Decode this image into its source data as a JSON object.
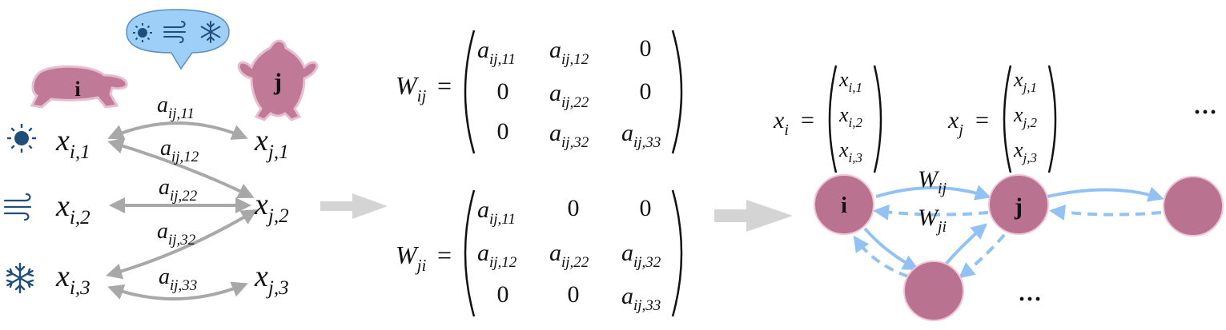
{
  "colors": {
    "animal": "#c07a98",
    "animal_stroke": "#e7bdd0",
    "bubble": "#9ecff6",
    "bubble_stroke": "#5a8fbe",
    "icon_blue": "#1f4e7a",
    "arrow_gray": "#a8a8a8",
    "big_arrow_gray": "#d4d4d4",
    "graph_node": "#b9728f",
    "graph_node_stroke": "#f0c3d6",
    "graph_edge": "#92c2f3",
    "text": "#111111"
  },
  "left": {
    "node_i_label": "i",
    "node_j_label": "j",
    "x_base": "x",
    "rows": [
      {
        "icon": "sun-icon",
        "i_sub": "i,1",
        "j_sub": "j,1"
      },
      {
        "icon": "wind-icon",
        "i_sub": "i,2",
        "j_sub": "j,2"
      },
      {
        "icon": "snowflake-icon",
        "i_sub": "i,3",
        "j_sub": "j,3"
      }
    ],
    "edges": [
      {
        "from": "i,1",
        "to": "j,1",
        "label_base": "a",
        "label_sub": "ij,11"
      },
      {
        "from": "i,1",
        "to": "j,2",
        "label_base": "a",
        "label_sub": "ij,12"
      },
      {
        "from": "i,2",
        "to": "j,2",
        "label_base": "a",
        "label_sub": "ij,22"
      },
      {
        "from": "i,3",
        "to": "j,2",
        "label_base": "a",
        "label_sub": "ij,32"
      },
      {
        "from": "i,3",
        "to": "j,3",
        "label_base": "a",
        "label_sub": "ij,33"
      }
    ],
    "bubble_icons": [
      "sun-icon",
      "wind-icon",
      "snowflake-icon"
    ]
  },
  "matrices": {
    "equals": "=",
    "zero": "0",
    "base": "a",
    "Wij": {
      "lhs_base": "W",
      "lhs_sub": "ij",
      "rows": [
        [
          "ij,11",
          "ij,12",
          "0"
        ],
        [
          "0",
          "ij,22",
          "0"
        ],
        [
          "0",
          "ij,32",
          "ij,33"
        ]
      ]
    },
    "Wji": {
      "lhs_base": "W",
      "lhs_sub": "ji",
      "rows": [
        [
          "ij,11",
          "0",
          "0"
        ],
        [
          "ij,12",
          "ij,22",
          "ij,32"
        ],
        [
          "0",
          "0",
          "ij,33"
        ]
      ]
    }
  },
  "graph": {
    "vec_i": {
      "lhs_base": "x",
      "lhs_sub": "i",
      "entries": [
        "i,1",
        "i,2",
        "i,3"
      ]
    },
    "vec_j": {
      "lhs_base": "x",
      "lhs_sub": "j",
      "entries": [
        "j,1",
        "j,2",
        "j,3"
      ]
    },
    "node_i_label": "i",
    "node_j_label": "j",
    "edge_wij": {
      "base": "W",
      "sub": "ij"
    },
    "edge_wji": {
      "base": "W",
      "sub": "ji"
    },
    "ellipsis_top": "···",
    "ellipsis_bottom": "···"
  }
}
